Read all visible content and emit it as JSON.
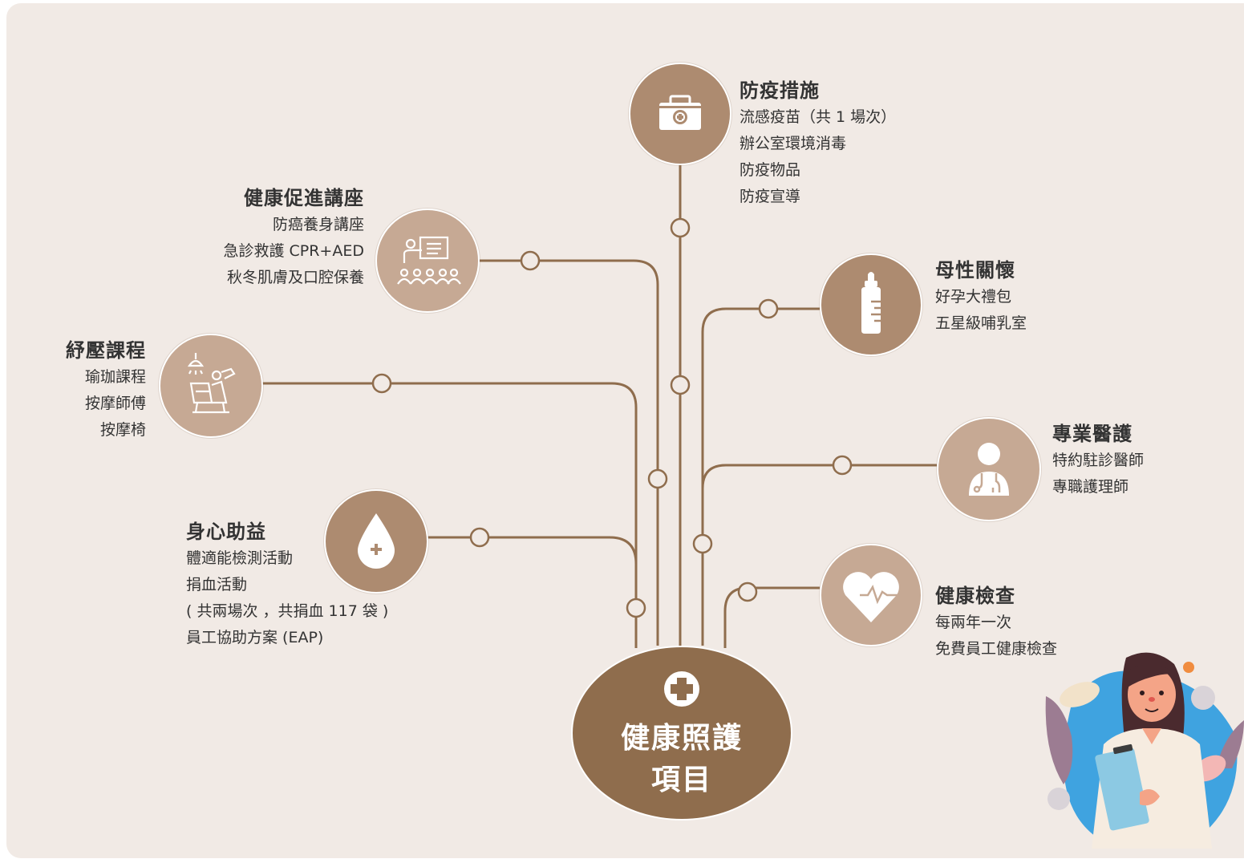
{
  "center": {
    "line1": "健康照護",
    "line2": "項目",
    "icon": "plus-circle-icon"
  },
  "nodes": [
    {
      "id": "epidemic",
      "icon": "first-aid-kit-icon",
      "title": "防疫措施",
      "lines": [
        "流感疫苗（共 1 場次）",
        "辦公室環境消毒",
        "防疫物品",
        "防疫宣導"
      ]
    },
    {
      "id": "lecture",
      "icon": "presentation-audience-icon",
      "title": "健康促進講座",
      "lines": [
        "防癌養身講座",
        "急診救護 CPR+AED",
        "秋冬肌膚及口腔保養"
      ]
    },
    {
      "id": "maternity",
      "icon": "baby-bottle-icon",
      "title": "母性關懷",
      "lines": [
        "好孕大禮包",
        "五星級哺乳室"
      ]
    },
    {
      "id": "stress",
      "icon": "massage-chair-icon",
      "title": "紓壓課程",
      "lines": [
        "瑜珈課程",
        "按摩師傅",
        "按摩椅"
      ]
    },
    {
      "id": "medical",
      "icon": "doctor-icon",
      "title": "專業醫護",
      "lines": [
        "特約駐診醫師",
        "專職護理師"
      ]
    },
    {
      "id": "wellbeing",
      "icon": "blood-drop-icon",
      "title": "身心助益",
      "lines": [
        "體適能檢測活動",
        "捐血活動",
        "( 共兩場次 ，共捐血 117 袋 )",
        "員工協助方案 (EAP)"
      ]
    },
    {
      "id": "checkup",
      "icon": "heart-pulse-icon",
      "title": "健康檢查",
      "lines": [
        "每兩年一次",
        "免費員工健康檢查"
      ]
    }
  ],
  "colors": {
    "background": "#f1eae5",
    "line": "#8f6d4d",
    "node_dark": "#ad8b70",
    "node_light": "#c6a994",
    "center": "#8f6d4d"
  },
  "illustration": "doctor-illustration"
}
